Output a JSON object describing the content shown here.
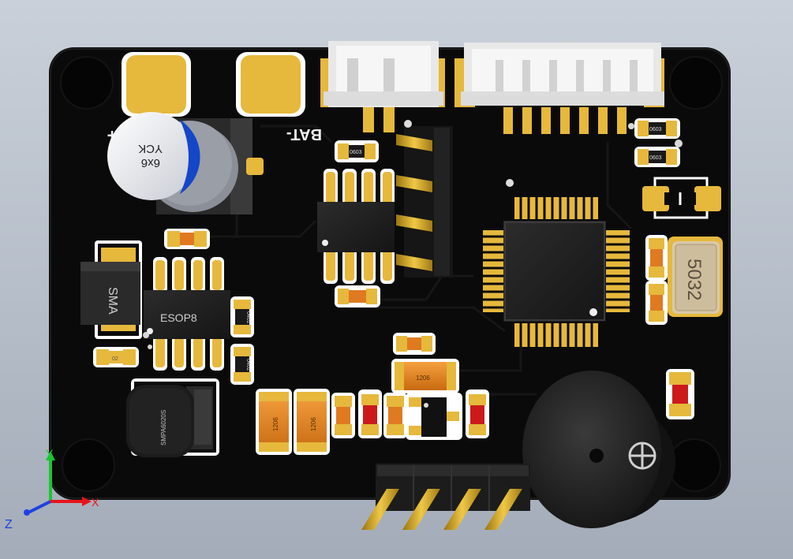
{
  "viewport": {
    "background_color": "#b8c0cb",
    "axis_labels": {
      "x": "X",
      "y": "Y",
      "z": "Z"
    },
    "axis_colors": {
      "x": "#e8141c",
      "y": "#18c830",
      "z": "#2040e0"
    }
  },
  "pcb": {
    "board_color": "#0a0a0a",
    "pad_color": "#e6b83c",
    "silk_color": "#f2f2f2",
    "silk_labels": {
      "battery_plus": "T+",
      "battery_minus": "BAT-",
      "electrolytic_cap": "6x6",
      "electrolytic_cap_brand": "YCK",
      "diode": "SMA",
      "ic_esop8": "ESOP8",
      "inductor": "SMPA6020S",
      "crystal": "5032"
    },
    "passive_labels": {
      "c0603_a": "0603",
      "c0603_b": "0603",
      "c0603_c": "0603",
      "r0402_a": "0402",
      "r0402_b": "0402",
      "c1206_left": "1206",
      "c1206_mid": "1206",
      "c1206_top": "1206",
      "small_cap": "02"
    }
  }
}
